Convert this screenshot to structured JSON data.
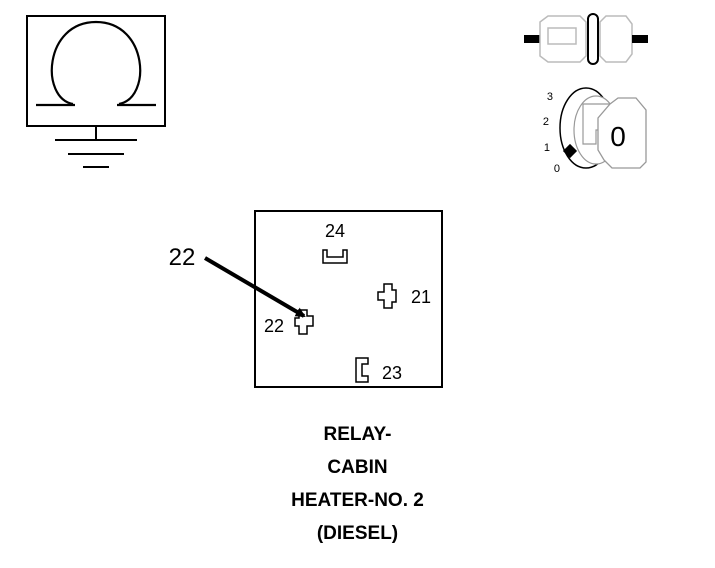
{
  "symbols": {
    "ohm_icon": "omega-resistance-ground-icon",
    "connector_icon": "connector-plug-icon",
    "ignition_icon": "ignition-key-switch-icon"
  },
  "ignition": {
    "positions": [
      "3",
      "2",
      "1",
      "0"
    ],
    "key_position": "0"
  },
  "pointer": {
    "label": "22"
  },
  "relay": {
    "terminals": [
      {
        "id": "24"
      },
      {
        "id": "21"
      },
      {
        "id": "22"
      },
      {
        "id": "23"
      }
    ]
  },
  "caption": {
    "line1": "RELAY-",
    "line2": "CABIN",
    "line3": "HEATER-NO. 2",
    "line4": "(DIESEL)"
  }
}
